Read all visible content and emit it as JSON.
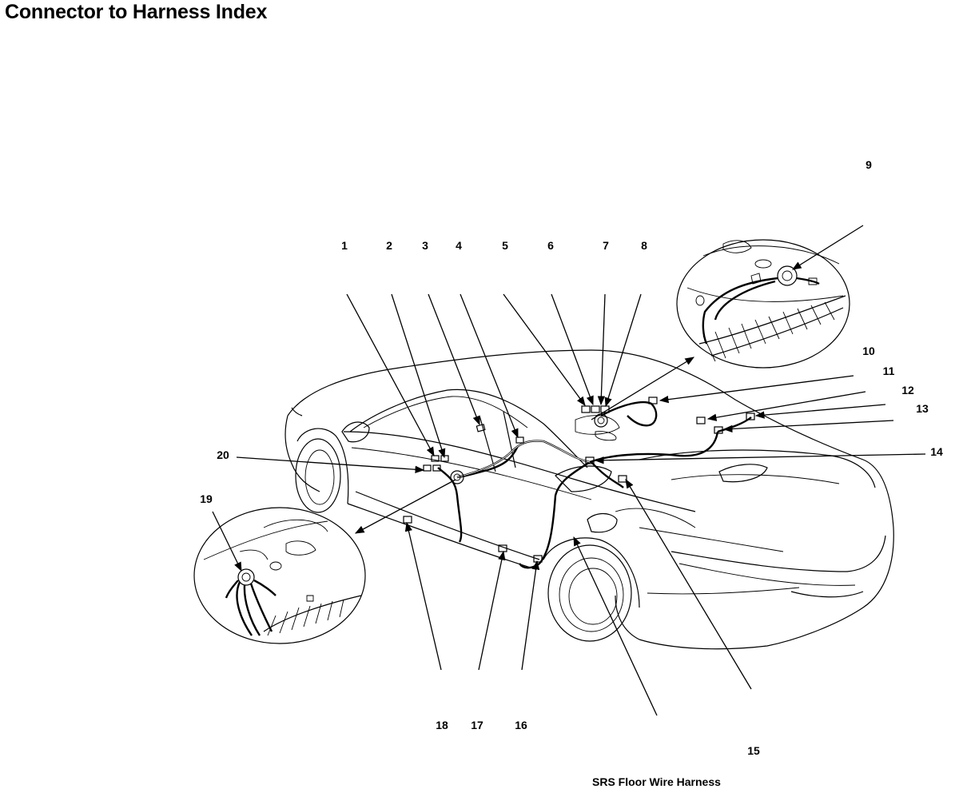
{
  "page": {
    "title": "Connector to Harness Index"
  },
  "diagram": {
    "caption": "SRS Floor Wire Harness",
    "callouts": [
      "1",
      "2",
      "3",
      "4",
      "5",
      "6",
      "7",
      "8",
      "9",
      "10",
      "11",
      "12",
      "13",
      "14",
      "15",
      "16",
      "17",
      "18",
      "19",
      "20"
    ]
  }
}
